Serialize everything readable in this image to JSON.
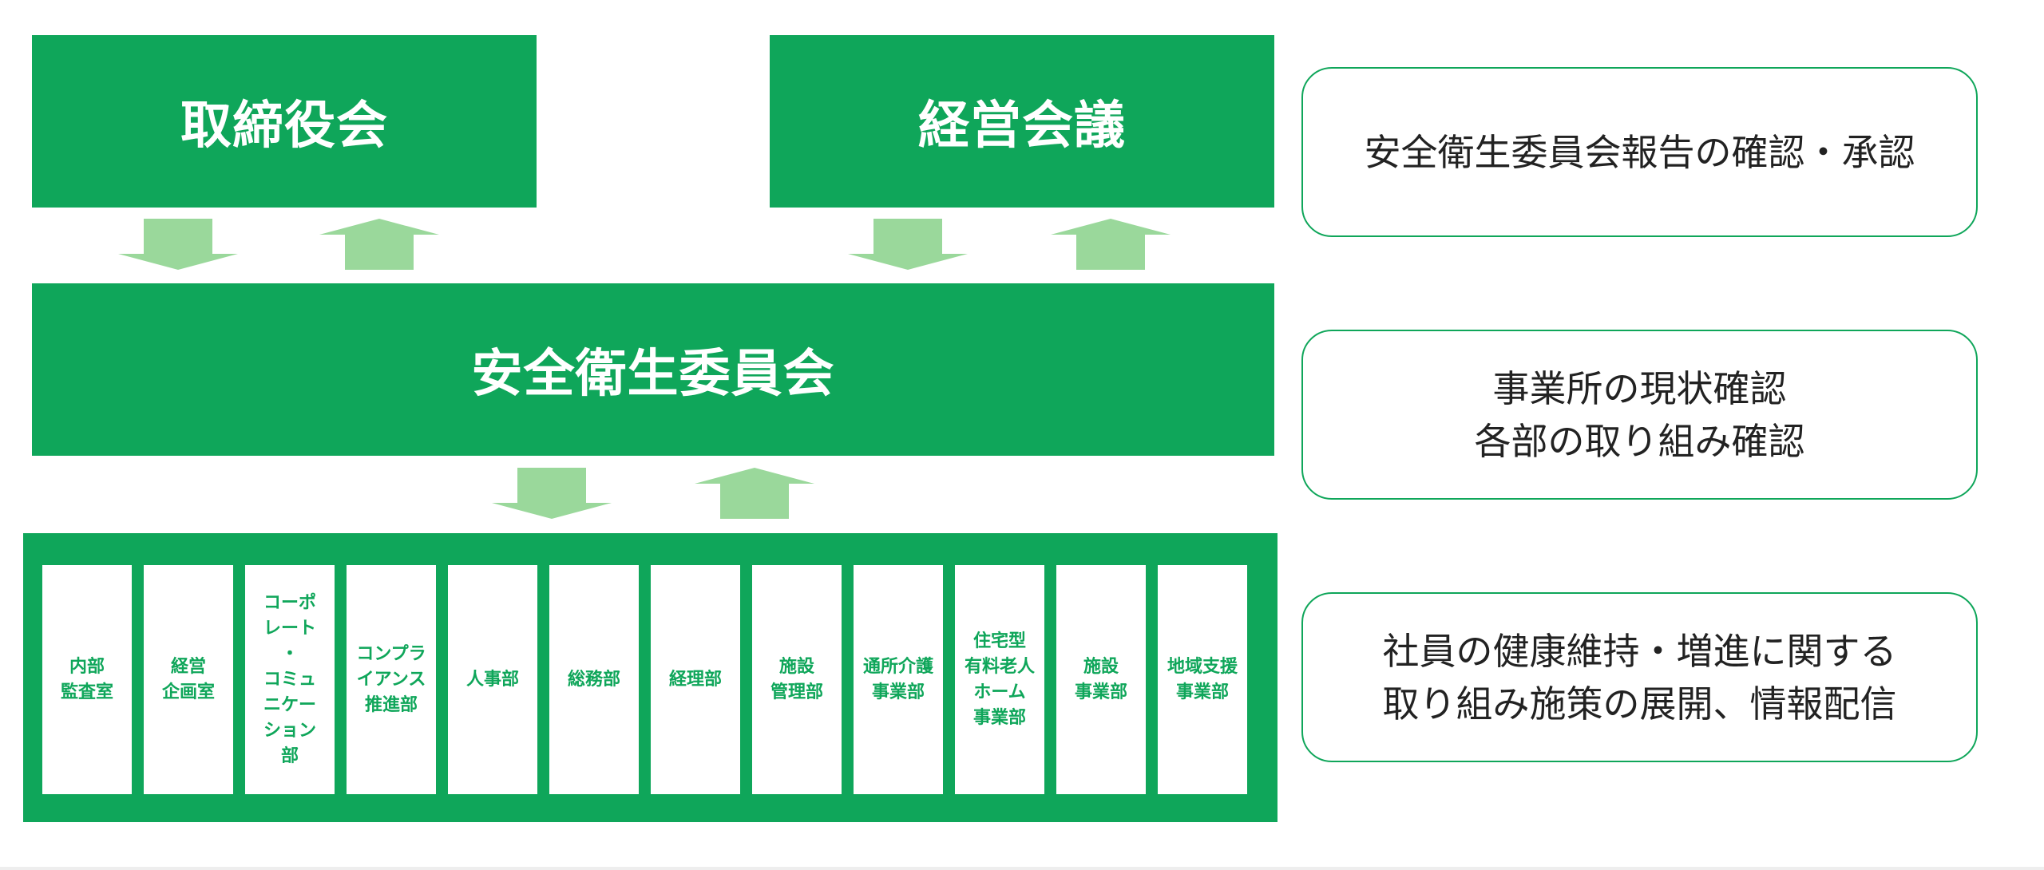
{
  "colors": {
    "primary": "#0fa65a",
    "arrow": "#9ad89b",
    "note_border": "#0fa65a"
  },
  "top_boxes": {
    "board": "取締役会",
    "management": "経営会議"
  },
  "committee": "安全衛生委員会",
  "departments": [
    "内部\n監査室",
    "経営\n企画室",
    "コーポ\nレート\n・\nコミュ\nニケー\nション\n部",
    "コンプラ\nイアンス\n推進部",
    "人事部",
    "総務部",
    "経理部",
    "施設\n管理部",
    "通所介護\n事業部",
    "住宅型\n有料老人\nホーム\n事業部",
    "施設\n事業部",
    "地域支援\n事業部"
  ],
  "notes": [
    "安全衛生委員会報告の確認・承認",
    "事業所の現状確認\n各部の取り組み確認",
    "社員の健康維持・増進に関する\n取り組み施策の展開、情報配信"
  ]
}
